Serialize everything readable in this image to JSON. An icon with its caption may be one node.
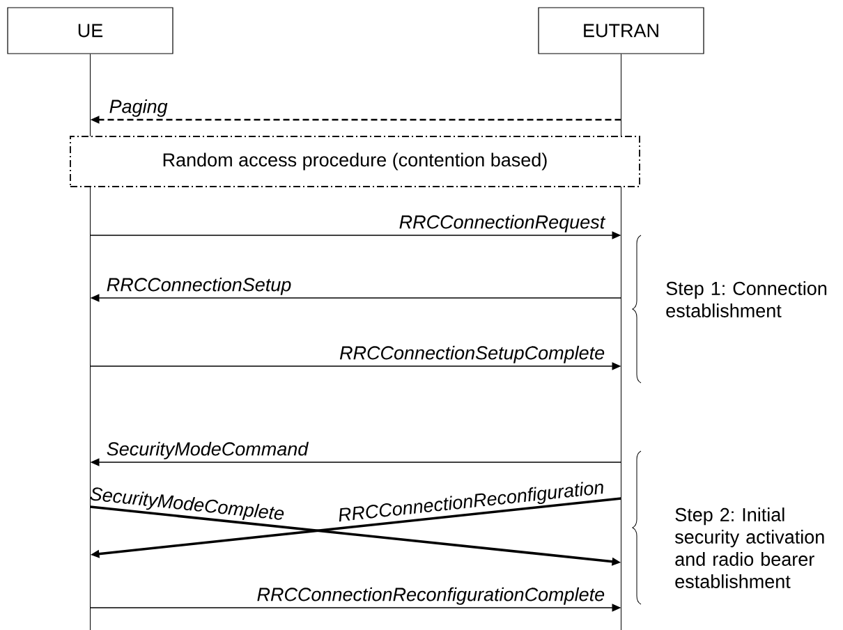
{
  "diagram": {
    "nodes": [
      {
        "text": [
          "UE"
        ]
      },
      {
        "text": [
          "EUTRAN"
        ]
      },
      {
        "text": [
          "Random access procedure (contention based)"
        ]
      }
    ],
    "edges": [
      {
        "from": 1,
        "to": 0,
        "arrow": "to",
        "label": "Paging",
        "style": "dashed"
      },
      {
        "from": 0,
        "to": 1,
        "arrow": "to",
        "label": "RRCConnectionRequest"
      },
      {
        "from": 1,
        "to": 0,
        "arrow": "to",
        "label": "RRCConnectionSetup"
      },
      {
        "from": 0,
        "to": 1,
        "arrow": "to",
        "label": "RRCConnectionSetupComplete"
      },
      {
        "from": 1,
        "to": 0,
        "arrow": "to",
        "label": "SecurityModeCommand"
      },
      {
        "from": 0,
        "to": 1,
        "arrow": "to",
        "label": "SecurityModeComplete",
        "style": "thick"
      },
      {
        "from": 1,
        "to": 0,
        "arrow": "to",
        "label": "RRCConnectionReconfiguration",
        "style": "thick"
      },
      {
        "from": 0,
        "to": 1,
        "arrow": "to",
        "label": "RRCConnectionReconfigurationComplete"
      }
    ],
    "labels": [
      "Step 1: Connection establishment",
      "Step 2: Initial security activation and radio bearer establishment"
    ]
  }
}
